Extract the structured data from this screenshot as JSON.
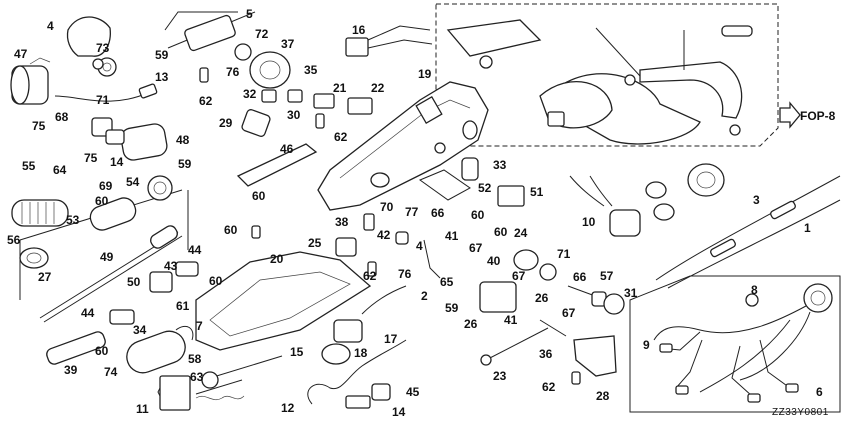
{
  "callouts": {
    "c1": "1",
    "c2": "2",
    "c3": "3",
    "c4": "4",
    "c5": "5",
    "c6": "6",
    "c7": "7",
    "c8": "8",
    "c9": "9",
    "c10": "10",
    "c11": "11",
    "c12": "12",
    "c13": "13",
    "c14a": "14",
    "c14b": "14",
    "c15": "15",
    "c16": "16",
    "c17": "17",
    "c18": "18",
    "c19": "19",
    "c20": "20",
    "c21": "21",
    "c22": "22",
    "c23": "23",
    "c24": "24",
    "c25": "25",
    "c26a": "26",
    "c26b": "26",
    "c27": "27",
    "c28": "28",
    "c29": "29",
    "c30": "30",
    "c31": "31",
    "c32": "32",
    "c33": "33",
    "c34": "34",
    "c35": "35",
    "c36": "36",
    "c37": "37",
    "c38": "38",
    "c39": "39",
    "c40": "40",
    "c41a": "41",
    "c41b": "41",
    "c42": "42",
    "c43": "43",
    "c44a": "44",
    "c44b": "44",
    "c45": "45",
    "c46": "46",
    "c47": "47",
    "c48": "48",
    "c49": "49",
    "c50": "50",
    "c51": "51",
    "c52": "52",
    "c53": "53",
    "c54": "54",
    "c55": "55",
    "c56": "56",
    "c57": "57",
    "c58": "58",
    "c59a": "59",
    "c59b": "59",
    "c59c": "59",
    "c60a": "60",
    "c60b": "60",
    "c60c": "60",
    "c60d": "60",
    "c60e": "60",
    "c60f": "60",
    "c61": "61",
    "c62a": "62",
    "c62b": "62",
    "c62c": "62",
    "c62d": "62",
    "c63": "63",
    "c64": "64",
    "c65": "65",
    "c66a": "66",
    "c66b": "66",
    "c67a": "67",
    "c67b": "67",
    "c67c": "67",
    "c68": "68",
    "c69": "69",
    "c70": "70",
    "c71a": "71",
    "c71b": "71",
    "c72": "72",
    "c73": "73",
    "c74": "74",
    "c75a": "75",
    "c75b": "75",
    "c76a": "76",
    "c76b": "76",
    "c77": "77"
  },
  "reference": "FOP-8",
  "diagram_code": "ZZ33Y0801"
}
